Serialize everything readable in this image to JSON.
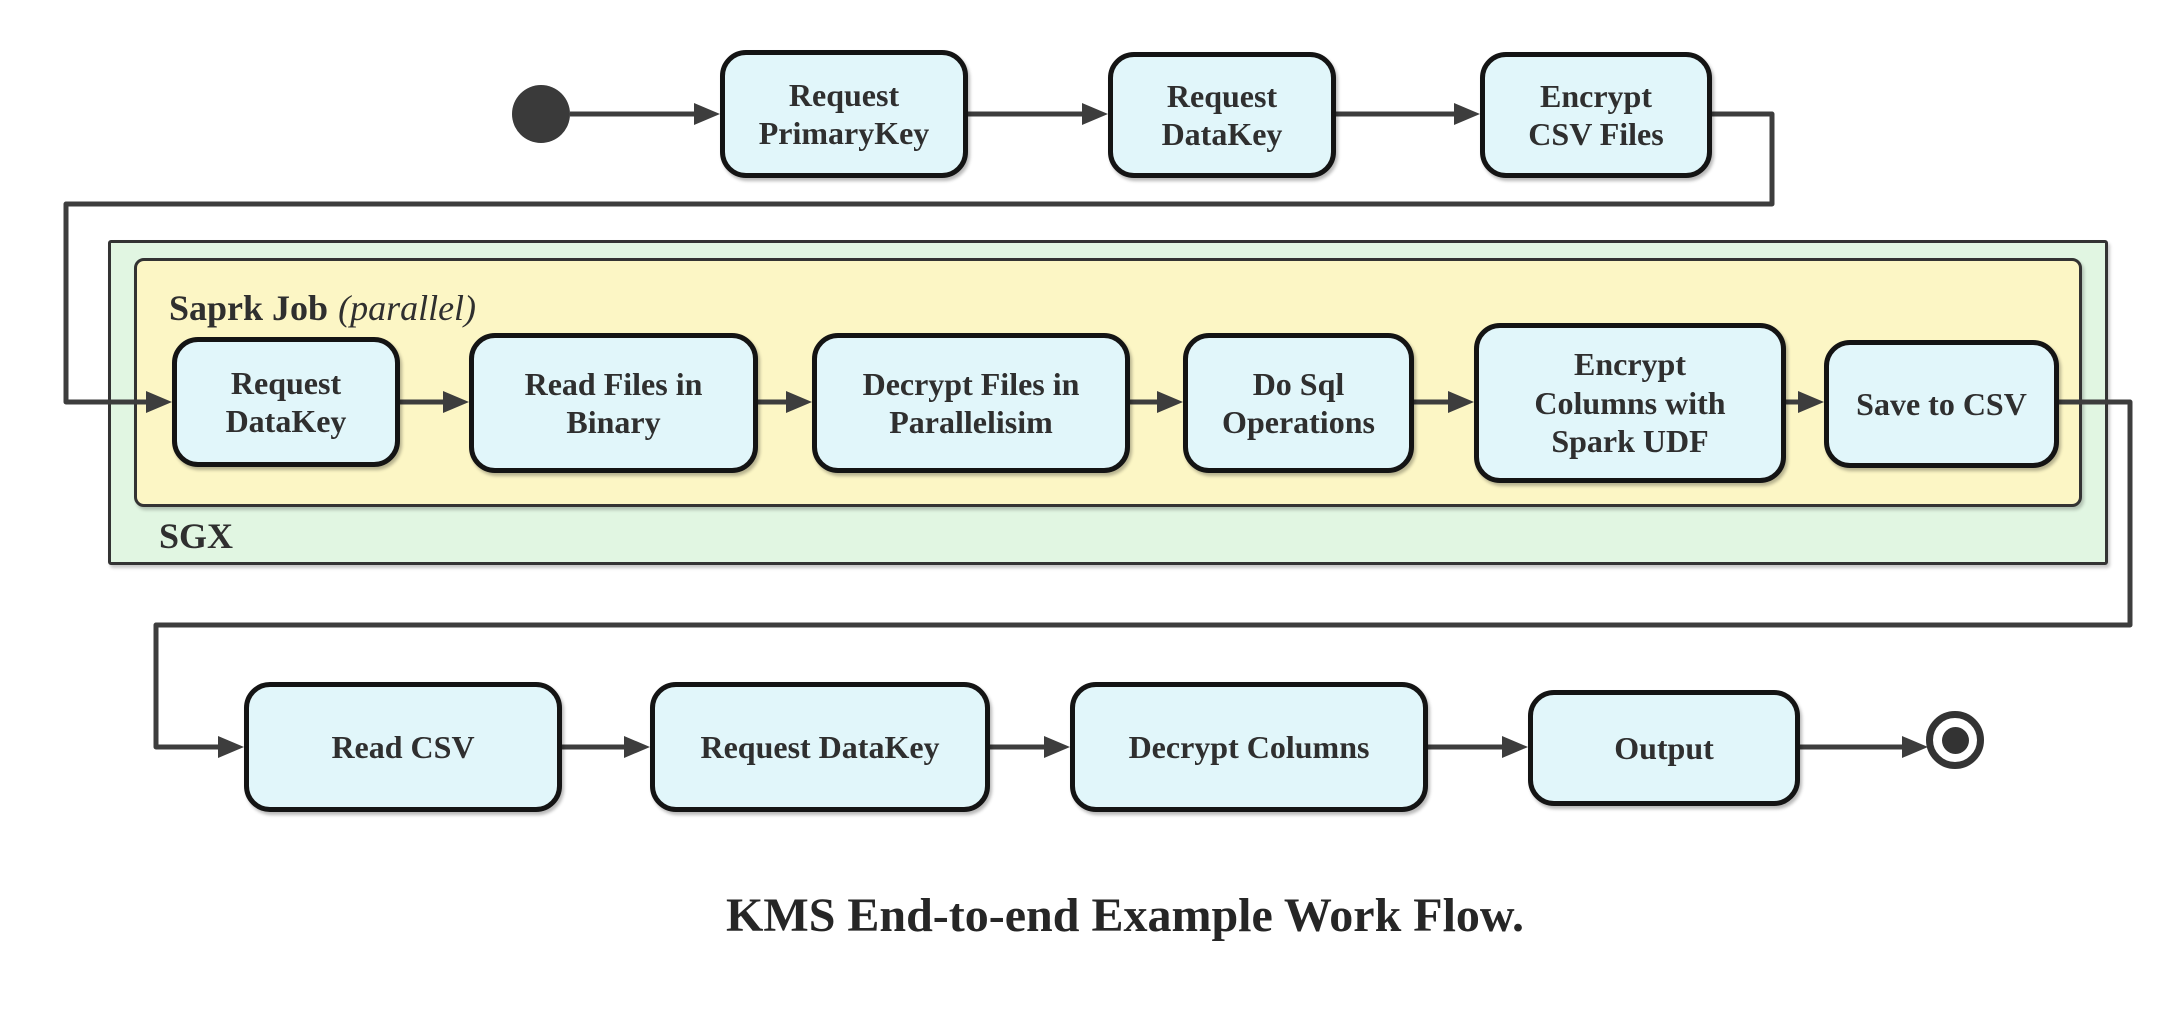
{
  "caption": "KMS End-to-end Example Work Flow.",
  "sgx_container": {
    "label": "SGX"
  },
  "spark_container": {
    "label_bold": "Saprk Job",
    "label_italic": "(parallel)"
  },
  "flow": {
    "top_row": [
      {
        "label": "Request\nPrimaryKey"
      },
      {
        "label": "Request\nDataKey"
      },
      {
        "label": "Encrypt\nCSV Files"
      }
    ],
    "spark_row": [
      {
        "label": "Request\nDataKey"
      },
      {
        "label": "Read Files in\nBinary"
      },
      {
        "label": "Decrypt Files in\nParallelisim"
      },
      {
        "label": "Do Sql\nOperations"
      },
      {
        "label": "Encrypt\nColumns with\nSpark UDF"
      },
      {
        "label": "Save to CSV"
      }
    ],
    "bottom_row": [
      {
        "label": "Read CSV"
      },
      {
        "label": "Request DataKey"
      },
      {
        "label": "Decrypt Columns"
      },
      {
        "label": "Output"
      }
    ]
  },
  "colors": {
    "node_fill": "#e1f6fa",
    "node_border": "#141414",
    "spark_fill": "#fcf6c5",
    "sgx_fill": "#e1f6e2",
    "container_border": "#333333",
    "edge": "#3d3d3d",
    "text": "#2f2f2f"
  }
}
